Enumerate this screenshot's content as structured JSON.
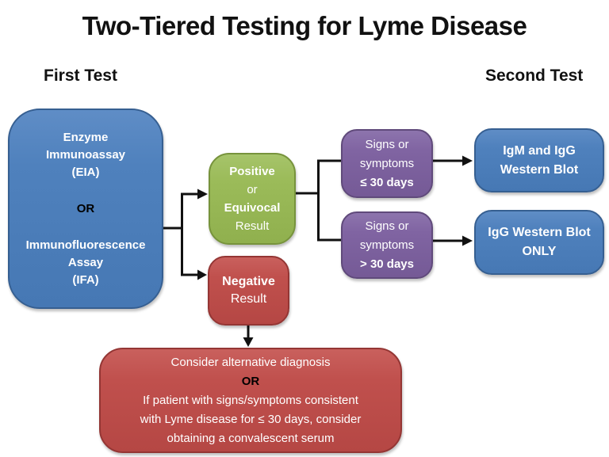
{
  "title": "Two-Tiered Testing for Lyme Disease",
  "headers": {
    "first": "First Test",
    "second": "Second Test"
  },
  "boxes": {
    "eia": {
      "l1": "Enzyme",
      "l2": "Immunoassay",
      "l3": "(EIA)",
      "or": "OR",
      "l4": "Immunofluorescence",
      "l5": "Assay",
      "l6": "(IFA)"
    },
    "result_positive": {
      "l1": "Positive",
      "l2": "or",
      "l3": "Equivocal",
      "l4": "Result"
    },
    "result_negative": {
      "l1": "Negative",
      "l2": "Result"
    },
    "symptoms_early": {
      "l1": "Signs or",
      "l2": "symptoms",
      "l3": "≤ 30 days"
    },
    "symptoms_late": {
      "l1": "Signs or",
      "l2": "symptoms",
      "l3": "> 30 days"
    },
    "blot_igm_igg": {
      "l1": "IgM  and IgG",
      "l2": "Western Blot"
    },
    "blot_igg_only": {
      "l1": "IgG Western Blot",
      "l2": "ONLY"
    },
    "alternative": {
      "l1": "Consider alternative diagnosis",
      "or": "OR",
      "l2": "If patient with signs/symptoms consistent",
      "l3": "with Lyme disease for ≤ 30 days, consider",
      "l4": "obtaining a convalescent serum"
    }
  },
  "colors": {
    "box_blue": "#4f81bd",
    "box_blue_border": "#365f91",
    "box_green": "#9bbb59",
    "box_green_border": "#77933c",
    "box_purple": "#8064a2",
    "box_purple_border": "#604a7b",
    "box_red": "#c0504d",
    "box_red_border": "#943634",
    "connector": "#111111",
    "text_light": "#ffffff",
    "text_dark": "#000000",
    "background": "#ffffff"
  }
}
